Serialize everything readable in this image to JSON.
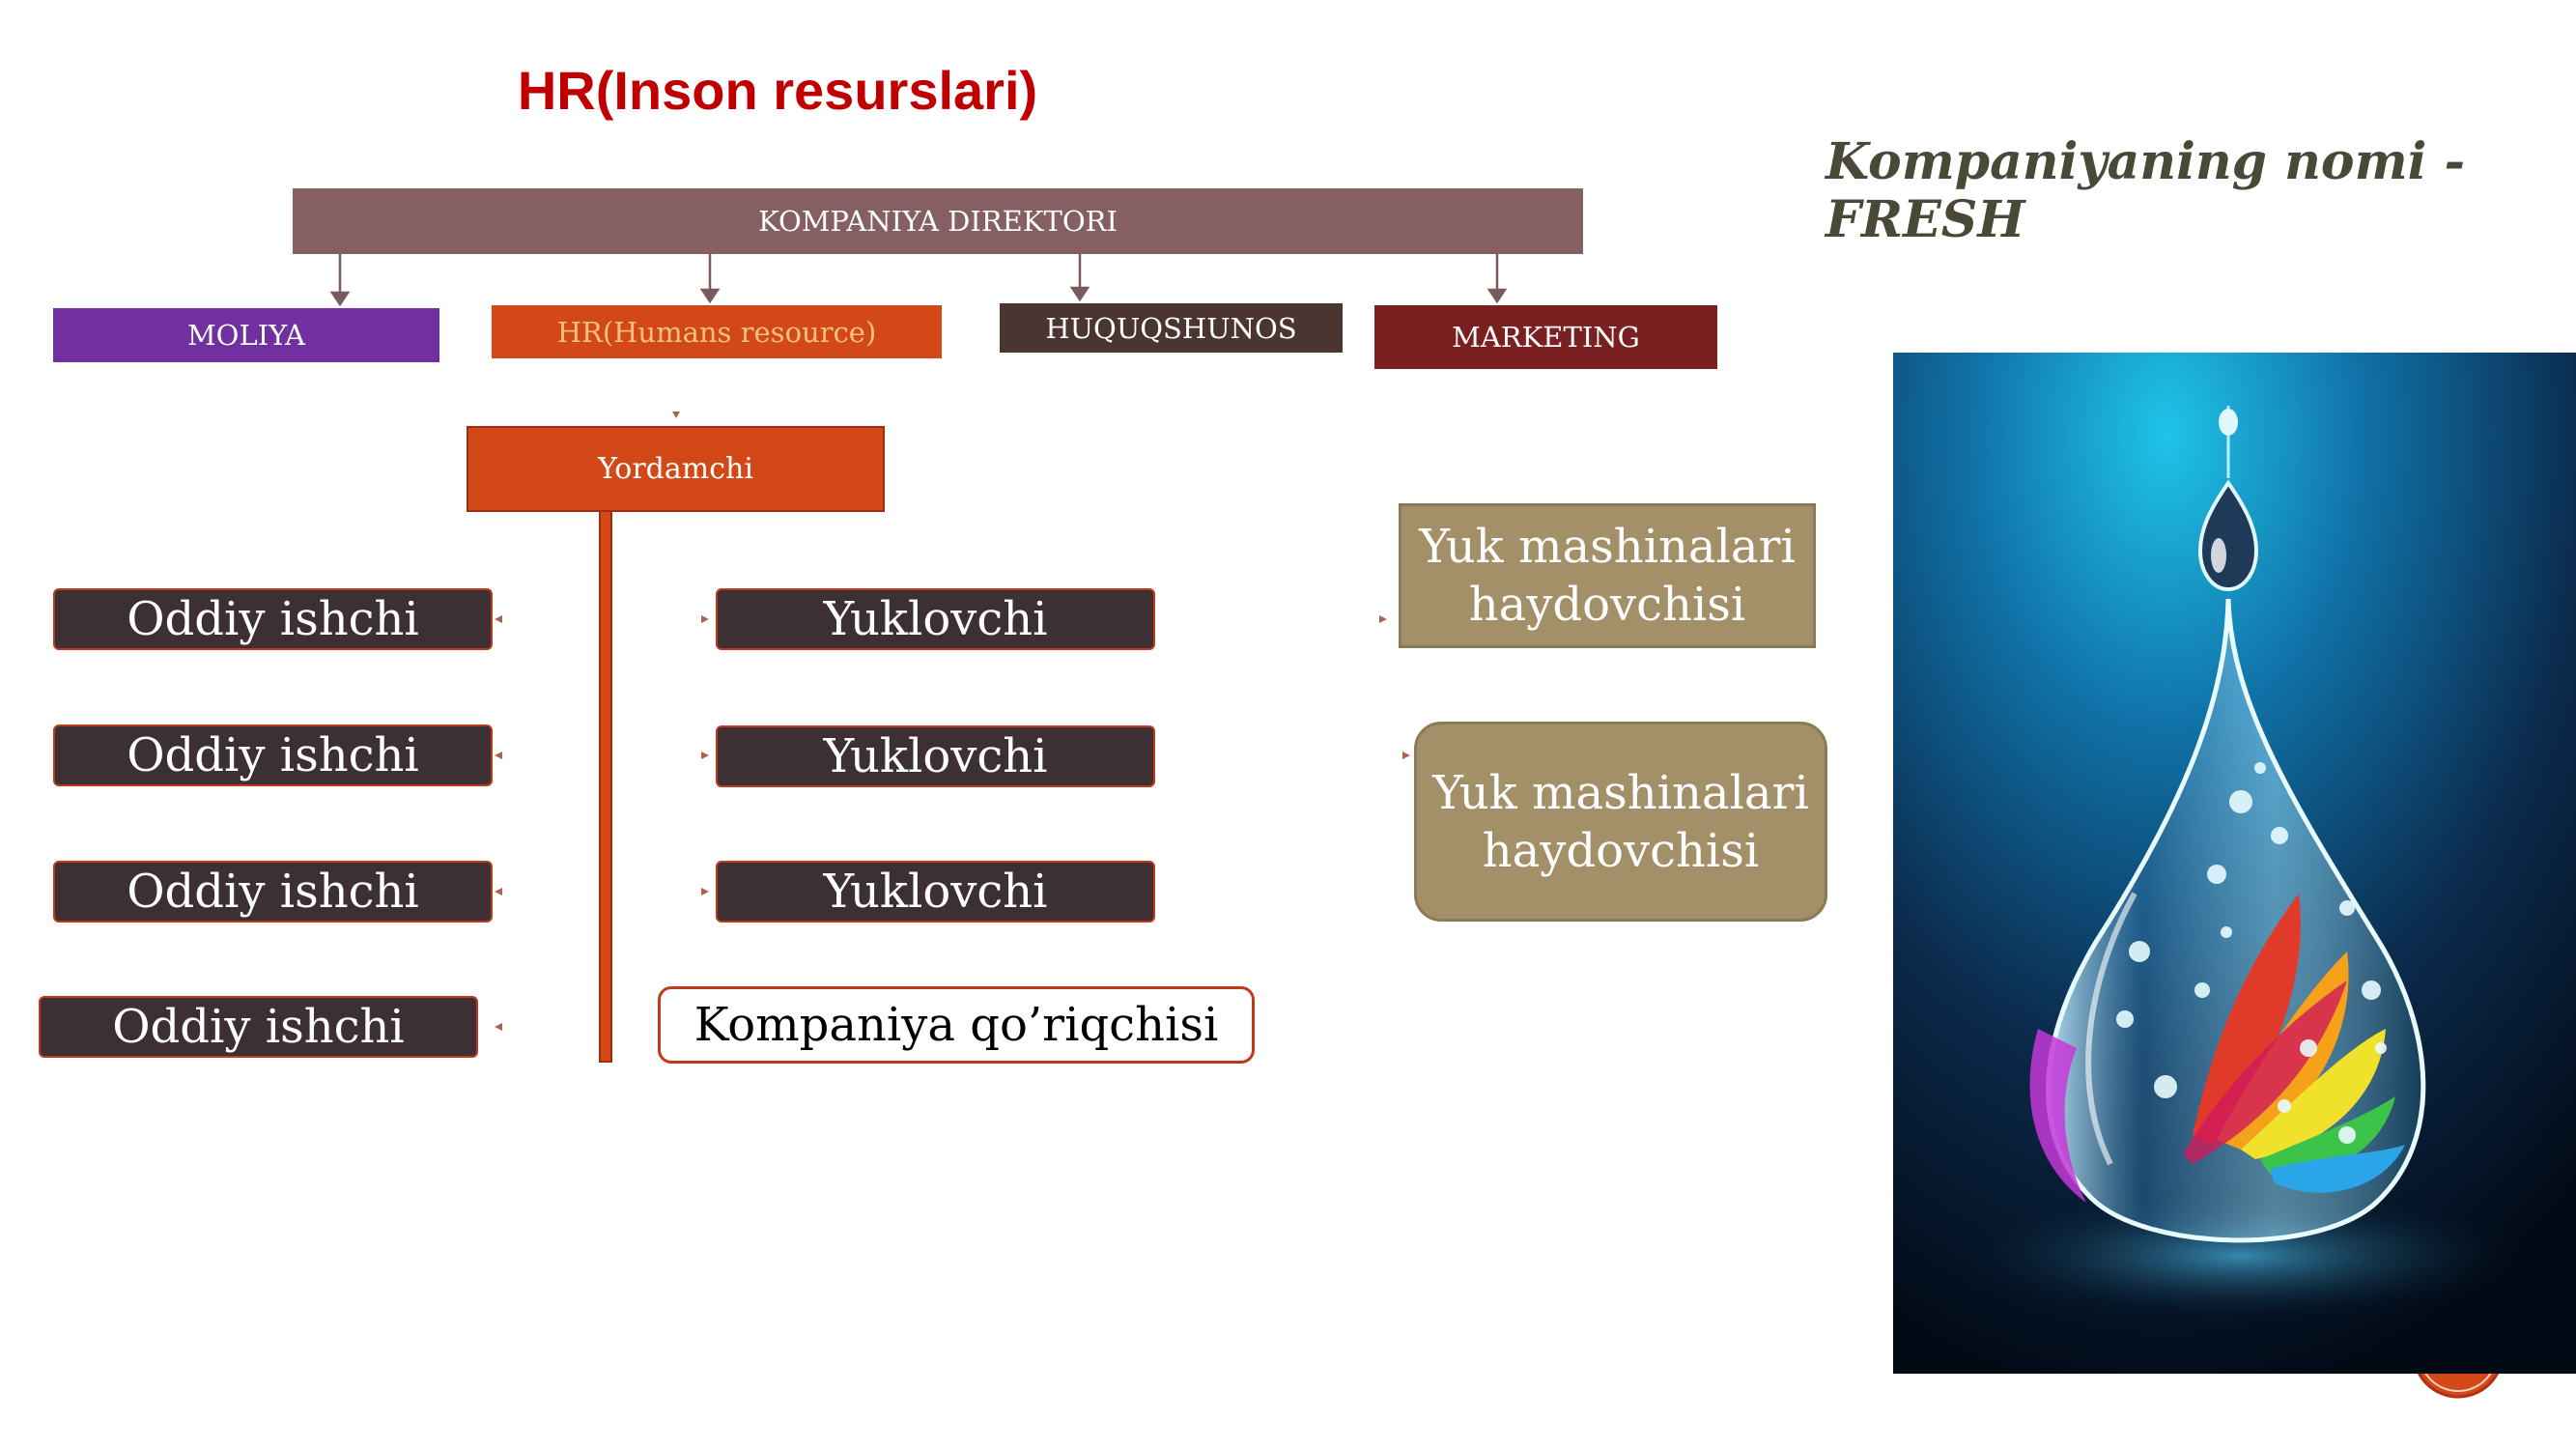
{
  "title": "HR(Inson resurslari)",
  "company_name": "Kompaniyaning nomi - FRESH",
  "director": "KOMPANIYA DIREKTORI",
  "departments": {
    "moliya": "MOLIYA",
    "hr": "HR(Humans resource)",
    "huquqshunos": "HUQUQSHUNOS",
    "marketing": "MARKETING"
  },
  "assistant": "Yordamchi",
  "workers": [
    "Oddiy ishchi",
    "Oddiy ishchi",
    "Oddiy ishchi",
    "Oddiy ishchi"
  ],
  "loaders": [
    "Yuklovchi",
    "Yuklovchi",
    "Yuklovchi"
  ],
  "guard": "Kompaniya qo’riqchisi",
  "drivers": [
    "Yuk mashinalari haydovchisi",
    "Yuk mashinalari haydovchisi"
  ],
  "colors": {
    "title": "#c00000",
    "director": "#855f61",
    "moliya": "#7030a0",
    "hr": "#d34817",
    "huquqshunos": "#4a3530",
    "marketing": "#7a2020",
    "dark_box": "#3d3034",
    "tan_box": "#a38f68"
  }
}
